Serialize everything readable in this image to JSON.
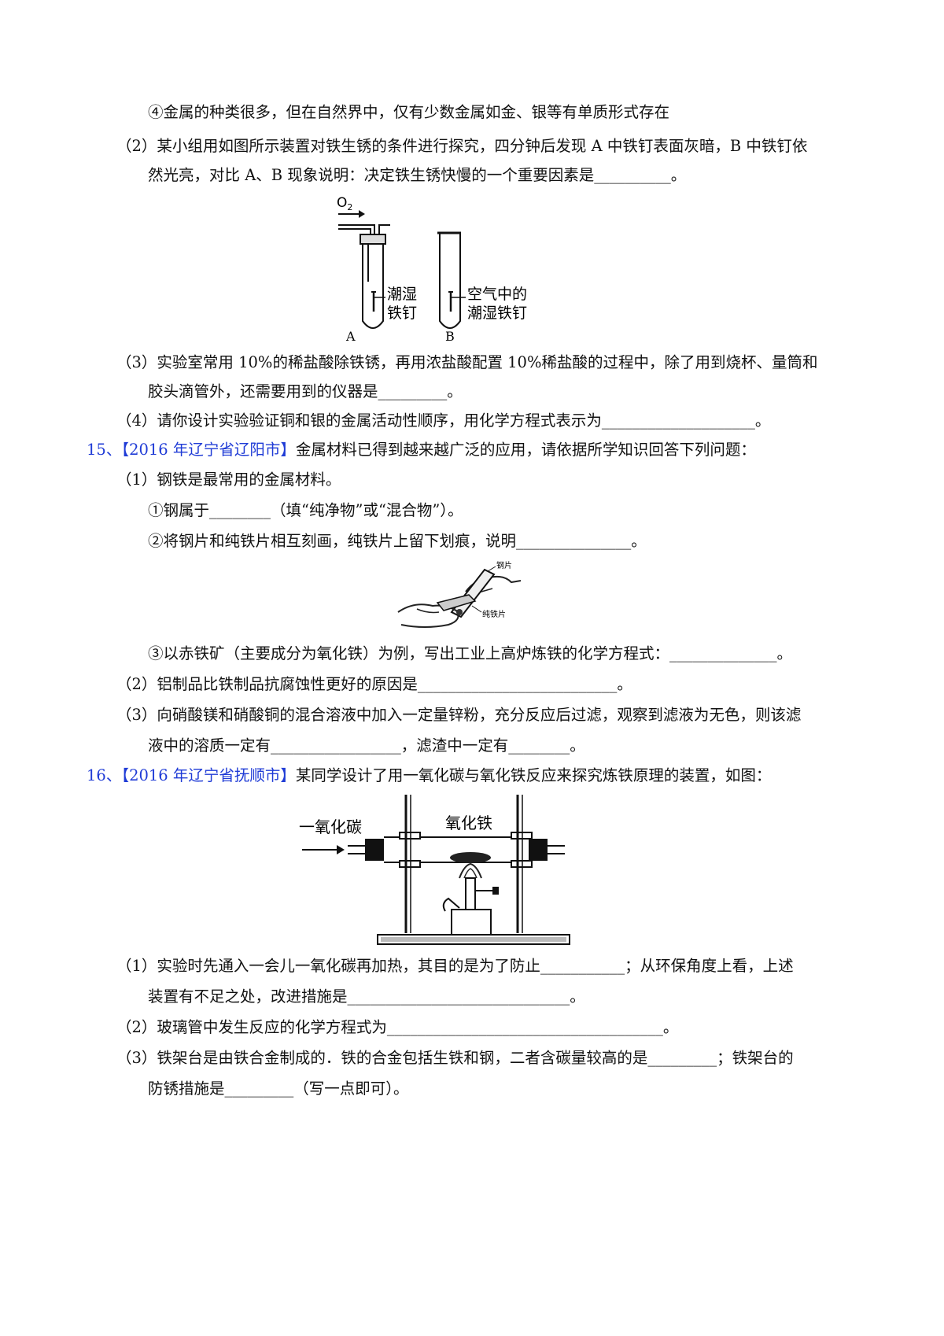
{
  "lines": {
    "l1": "④金属的种类很多，但在自然界中，仅有少数金属如金、银等有单质形式存在",
    "l2": "（2）某小组用如图所示装置对铁生锈的条件进行探究，四分钟后发现 A 中铁钉表面灰暗，B 中铁钉依",
    "l3": "然光亮，对比 A、B 现象说明：决定铁生锈快慢的一个重要因素是__________。",
    "l4": "（3）实验室常用 10%的稀盐酸除铁锈，再用浓盐酸配置 10%稀盐酸的过程中，除了用到烧杯、量筒和",
    "l5": "胶头滴管外，还需要用到的仪器是_________。",
    "l6": "（4）请你设计实验验证铜和银的金属活动性顺序，用化学方程式表示为____________________。",
    "q15_num": "15、",
    "q15_src": "【2016 年辽宁省辽阳市】",
    "q15_text": "金属材料已得到越来越广泛的应用，请依据所学知识回答下列问题：",
    "l8": "（1）钢铁是最常用的金属材料。",
    "l9": "①钢属于________（填“纯净物”或“混合物”）。",
    "l10": "②将钢片和纯铁片相互刻画，纯铁片上留下划痕，说明_______________。",
    "l11": "③以赤铁矿（主要成分为氧化铁）为例，写出工业上高炉炼铁的化学方程式：______________。",
    "l12": "（2）铝制品比铁制品抗腐蚀性更好的原因是__________________________。",
    "l13": "（3）向硝酸镁和硝酸铜的混合溶液中加入一定量锌粉，充分反应后过滤，观察到滤液为无色，则该滤",
    "l14": "液中的溶质一定有_________________，滤渣中一定有________。",
    "q16_num": "16、",
    "q16_src": "【2016 年辽宁省抚顺市】",
    "q16_text": "某同学设计了用一氧化碳与氧化铁反应来探究炼铁原理的装置，如图：",
    "l16": "（1）实验时先通入一会儿一氧化碳再加热，其目的是为了防止___________；从环保角度上看，上述",
    "l17": "装置有不足之处，改进措施是_____________________________。",
    "l18": "（2）玻璃管中发生反应的化学方程式为____________________________________。",
    "l19": "（3）铁架台是由铁合金制成的．铁的合金包括生铁和钢，二者含碳量较高的是_________；铁架台的",
    "l20": "防锈措施是_________（写一点即可）。"
  },
  "fig1": {
    "gas_label": "O",
    "gas_sub": "2",
    "a_label_1": "潮湿",
    "a_label_2": "铁钉",
    "b_label_1": "空气中的",
    "b_label_2": "潮湿铁钉",
    "tube_a": "A",
    "tube_b": "B"
  },
  "fig2": {
    "label_steel": "钢片",
    "label_iron": "纯铁片"
  },
  "fig3": {
    "label_co": "一氧化碳",
    "label_fe2o3": "氧化铁"
  },
  "colors": {
    "source_blue": "#1f3bd6",
    "text": "#111111"
  }
}
